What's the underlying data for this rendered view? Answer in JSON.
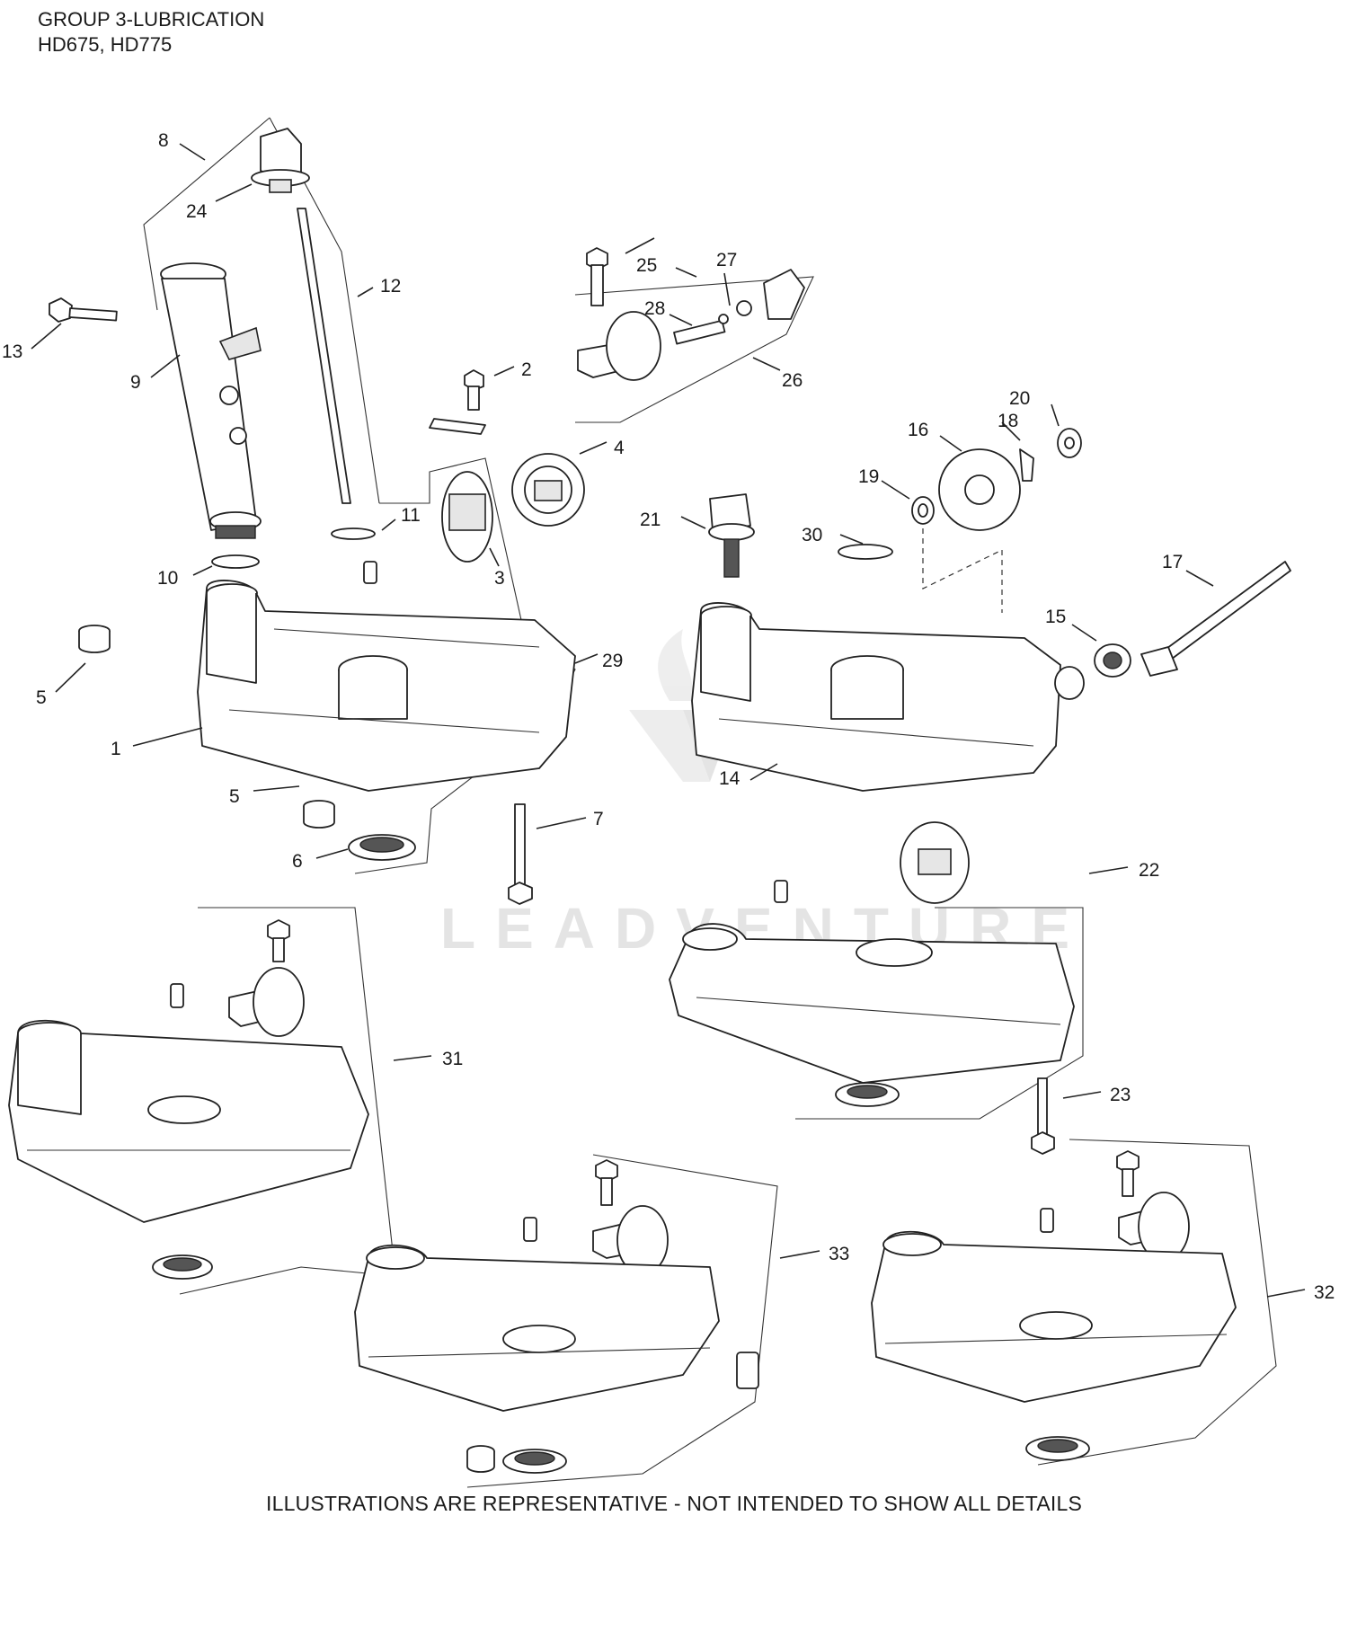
{
  "header": {
    "line1": "GROUP 3-LUBRICATION",
    "line2": "HD675, HD775"
  },
  "footer": {
    "note": "ILLUSTRATIONS ARE REPRESENTATIVE - NOT INTENDED TO SHOW ALL DETAILS"
  },
  "watermark": {
    "text": "LEADVENTURE"
  },
  "callouts": [
    "1",
    "2",
    "3",
    "4",
    "5",
    "5",
    "6",
    "7",
    "8",
    "9",
    "10",
    "11",
    "12",
    "13",
    "14",
    "15",
    "16",
    "17",
    "18",
    "19",
    "20",
    "21",
    "22",
    "23",
    "24",
    "25",
    "26",
    "27",
    "28",
    "29",
    "30",
    "31",
    "32",
    "33"
  ]
}
